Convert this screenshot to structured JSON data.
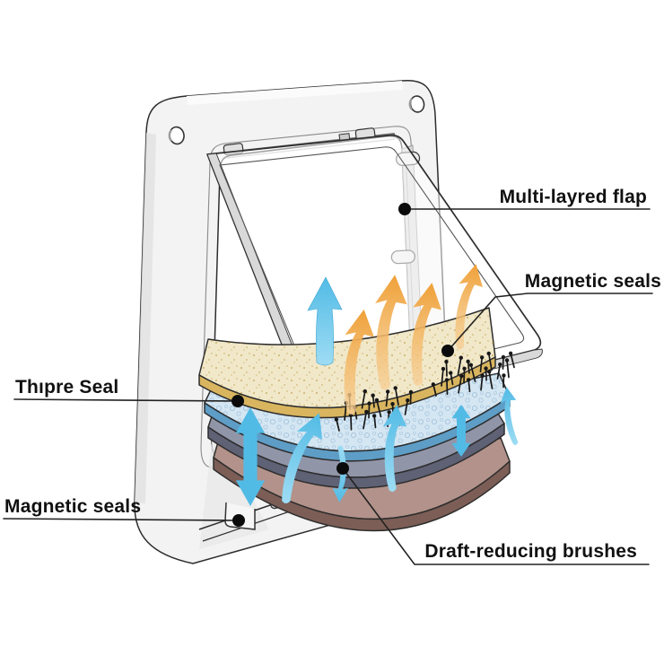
{
  "figure": {
    "labels": {
      "flap": {
        "text": "Multi-layred flap"
      },
      "magnetic_right": {
        "text": "Magnetic seals"
      },
      "thipre": {
        "text": "Thıpre Seal"
      },
      "magnetic_left": {
        "text": "Magnetic seals"
      },
      "brushes": {
        "text": "Draft-reducing brushes"
      }
    },
    "layers": [
      {
        "name": "outer-flap-layer",
        "top": "#f1e8c9",
        "edge": "#d9b55f"
      },
      {
        "name": "insulation-layer",
        "top": "#d4e6f2",
        "edge": "#5e9dc6"
      },
      {
        "name": "inner-layer",
        "top": "#9195a8",
        "edge": "#5f6175"
      },
      {
        "name": "base-layer",
        "top": "#b2928a",
        "edge": "#7c5e56"
      }
    ],
    "colors": {
      "frame": "#f3f3f3",
      "outline": "#2d2d2d",
      "arrow_blue": "#52bbe5",
      "arrow_blue_light": "#9edcf4",
      "arrow_orange": "#efa037",
      "arrow_orange_light": "#f7cf96",
      "label_text": "#111111"
    }
  }
}
